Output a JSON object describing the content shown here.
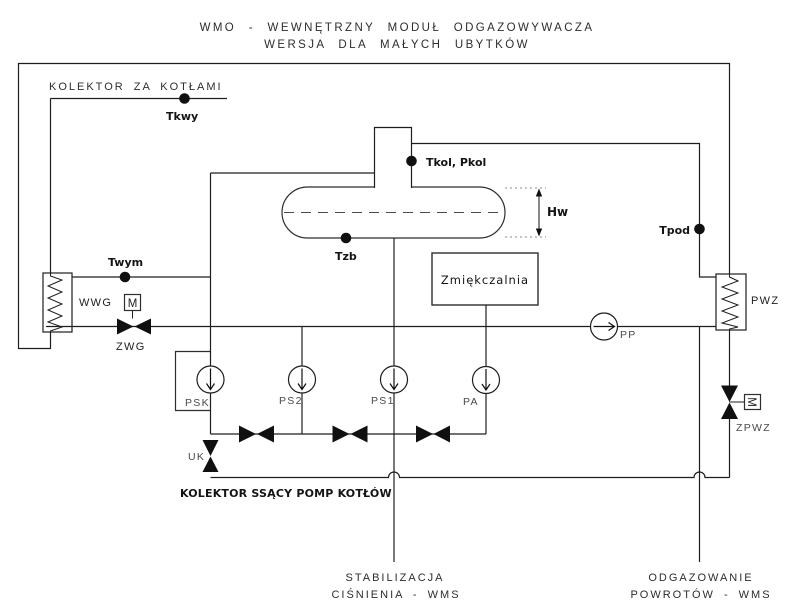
{
  "colors": {
    "background": "#ffffff",
    "line": "#1e1e1e",
    "equipment_label": "#4a4a4a",
    "valve_fill": "#101010"
  },
  "title": {
    "line1": "WMO - WEWNĘTRZNY MODUŁ ODGAZOWYWACZA",
    "line2": "WERSJA DLA MAŁYCH UBYTKÓW"
  },
  "labels": {
    "kolektor_za_kotlami": "KOLEKTOR ZA KOTŁAMI",
    "kolektor_ssacy": "KOLEKTOR SSĄCY POMP KOTŁÓW",
    "stabilizacja_line1": "STABILIZACJA",
    "stabilizacja_line2": "CIŚNIENIA - WMS",
    "odgazowanie_line1": "ODGAZOWANIE",
    "odgazowanie_line2": "POWROTÓW - WMS",
    "zmiekczalnia": "Zmiękczalnia"
  },
  "sensors": {
    "tkwy": "Tkwy",
    "tkol_pkol": "Tkol, Pkol",
    "tzb": "Tzb",
    "twym": "Twym",
    "tpod": "Tpod",
    "hw": "Hw"
  },
  "equipment": {
    "wwg": "WWG",
    "pwz": "PWZ",
    "zwg": "ZWG",
    "zpwz": "ZPWZ",
    "uk": "UK",
    "psk": "PSK",
    "ps2": "PS2",
    "ps1": "PS1",
    "pa": "PA",
    "pp": "PP",
    "motor": "M"
  }
}
